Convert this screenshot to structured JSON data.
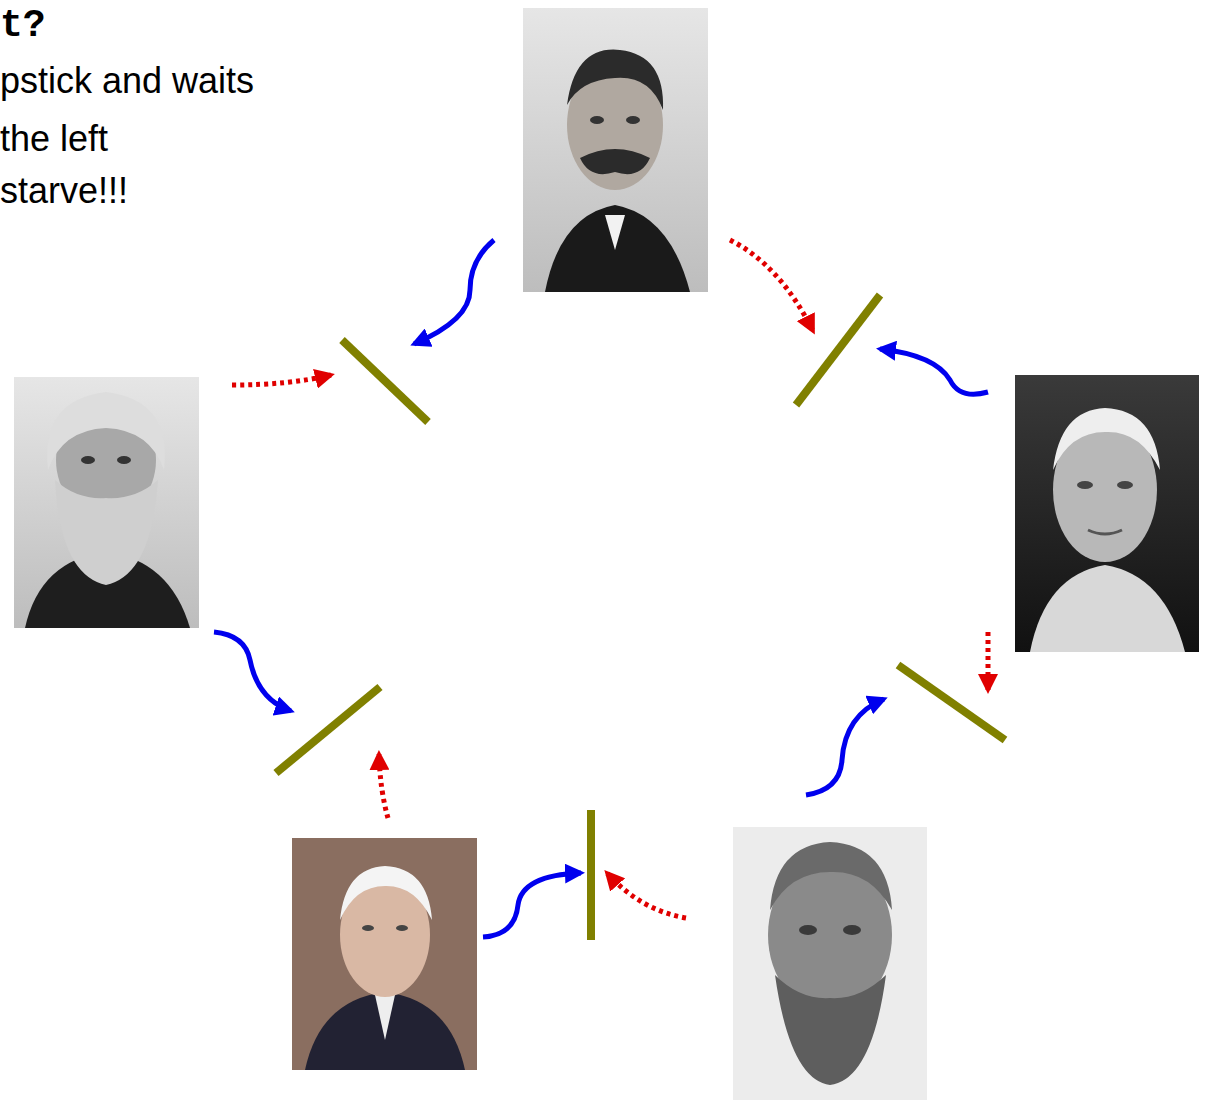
{
  "diagram": {
    "title": "t?",
    "labels": [
      "pstick and waits",
      "the left",
      "starve!!!"
    ]
  }
}
